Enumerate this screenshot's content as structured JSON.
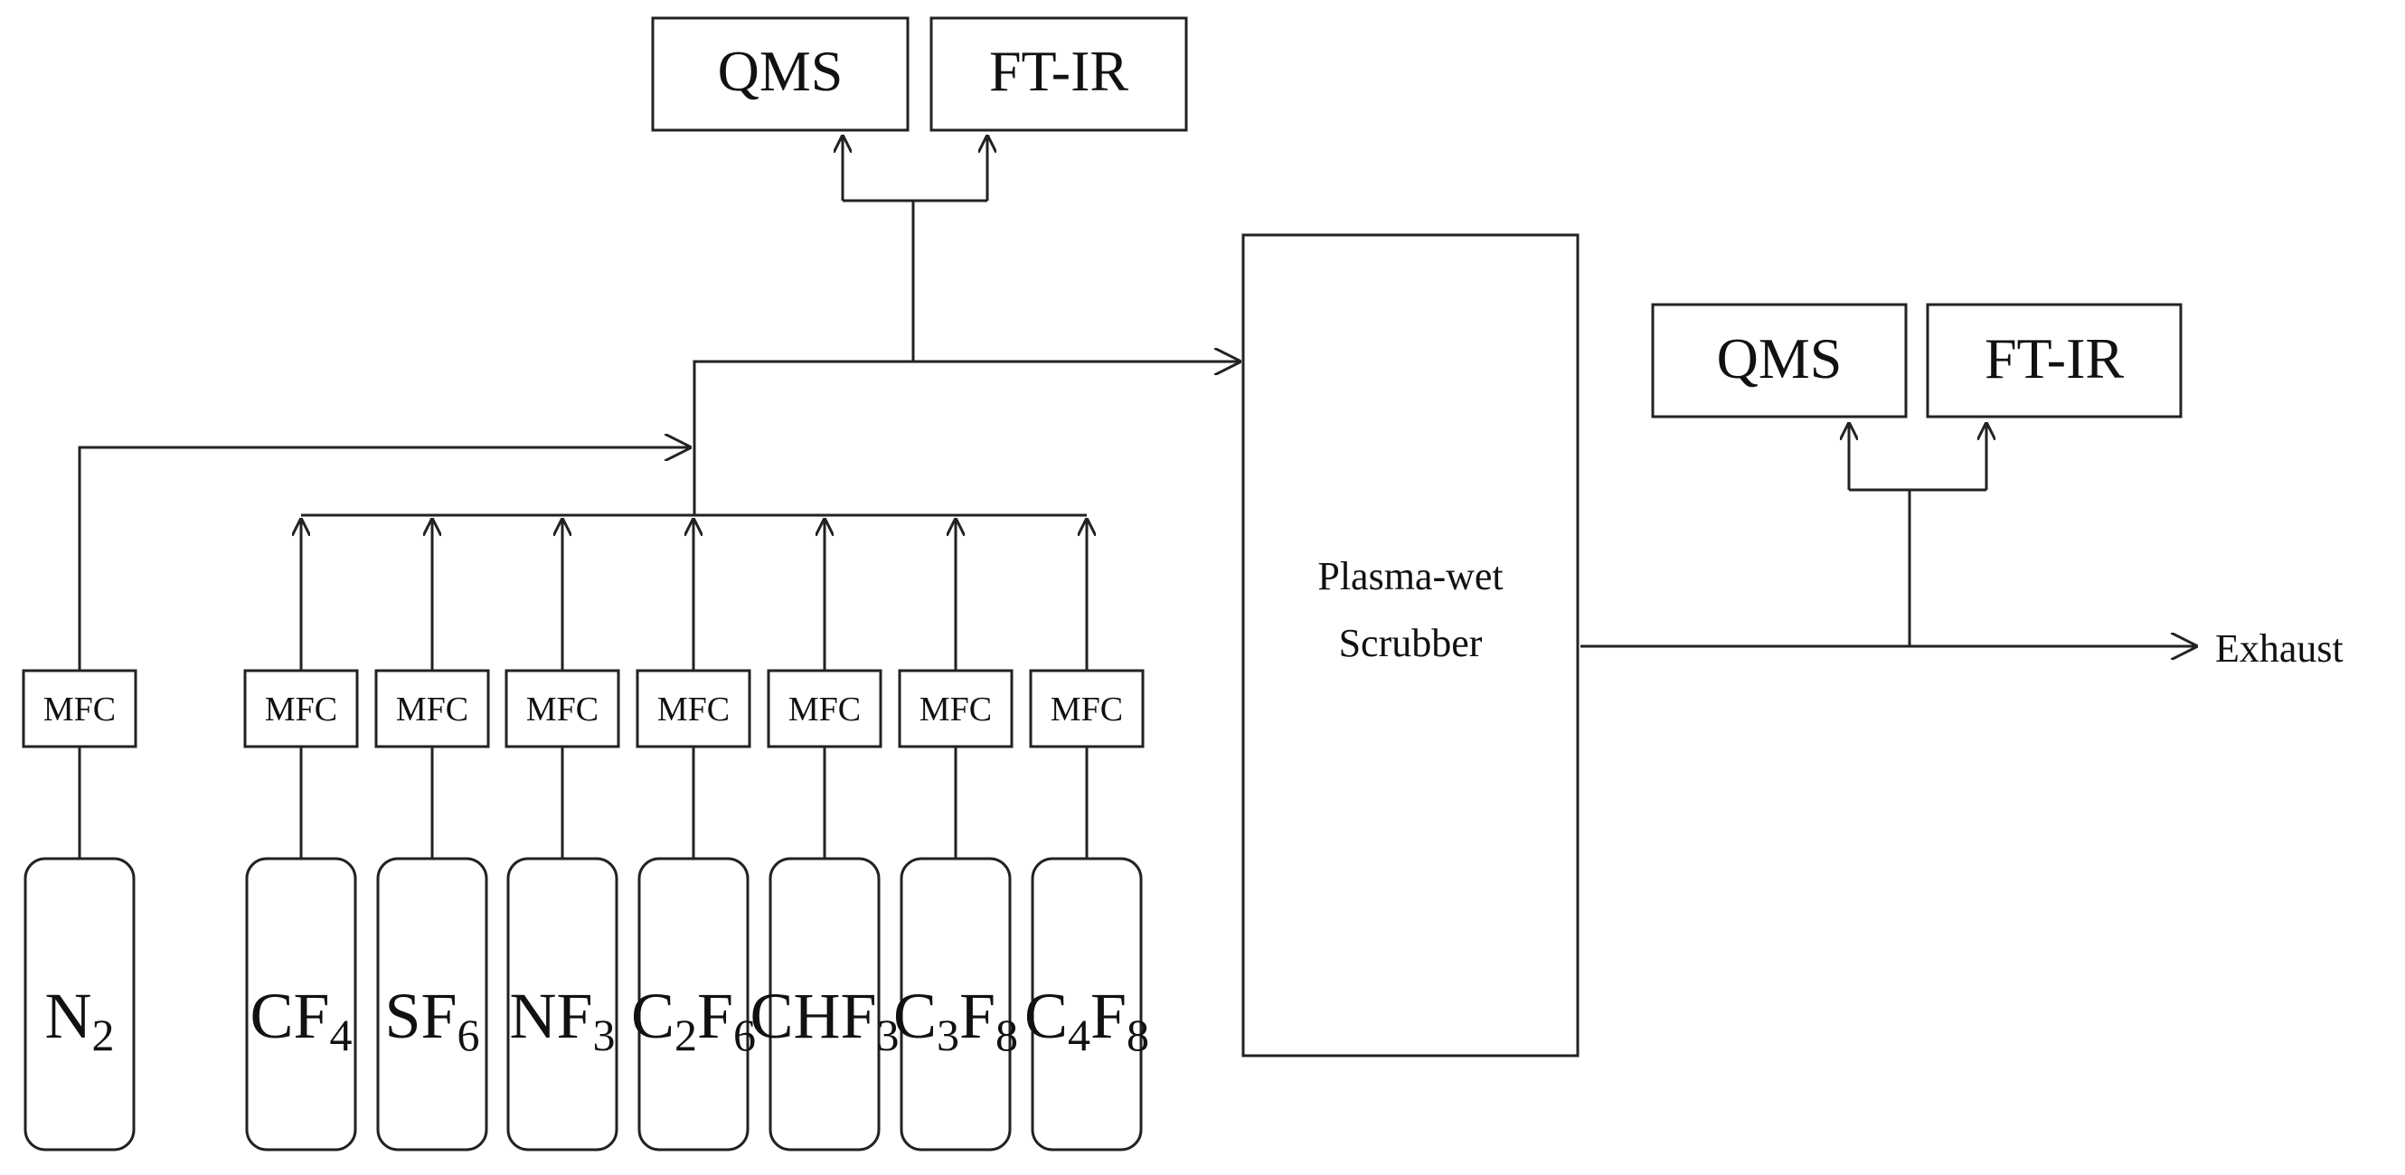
{
  "analyzers_inlet": {
    "qms": "QMS",
    "ftir": "FT-IR"
  },
  "analyzers_outlet": {
    "qms": "QMS",
    "ftir": "FT-IR"
  },
  "scrubber": {
    "line1": "Plasma-wet",
    "line2": "Scrubber"
  },
  "exhaust_label": "Exhaust",
  "mfc_label": "MFC",
  "gases": [
    {
      "main": "N",
      "sub": "2"
    },
    {
      "main": "CF",
      "sub": "4"
    },
    {
      "main": "SF",
      "sub": "6"
    },
    {
      "main": "NF",
      "sub": "3"
    },
    {
      "main": "C",
      "sub": "2",
      "main2": "F",
      "sub2": "6"
    },
    {
      "main": "CHF",
      "sub": "3"
    },
    {
      "main": "C",
      "sub": "3",
      "main2": "F",
      "sub2": "8"
    },
    {
      "main": "C",
      "sub": "4",
      "main2": "F",
      "sub2": "8"
    }
  ]
}
